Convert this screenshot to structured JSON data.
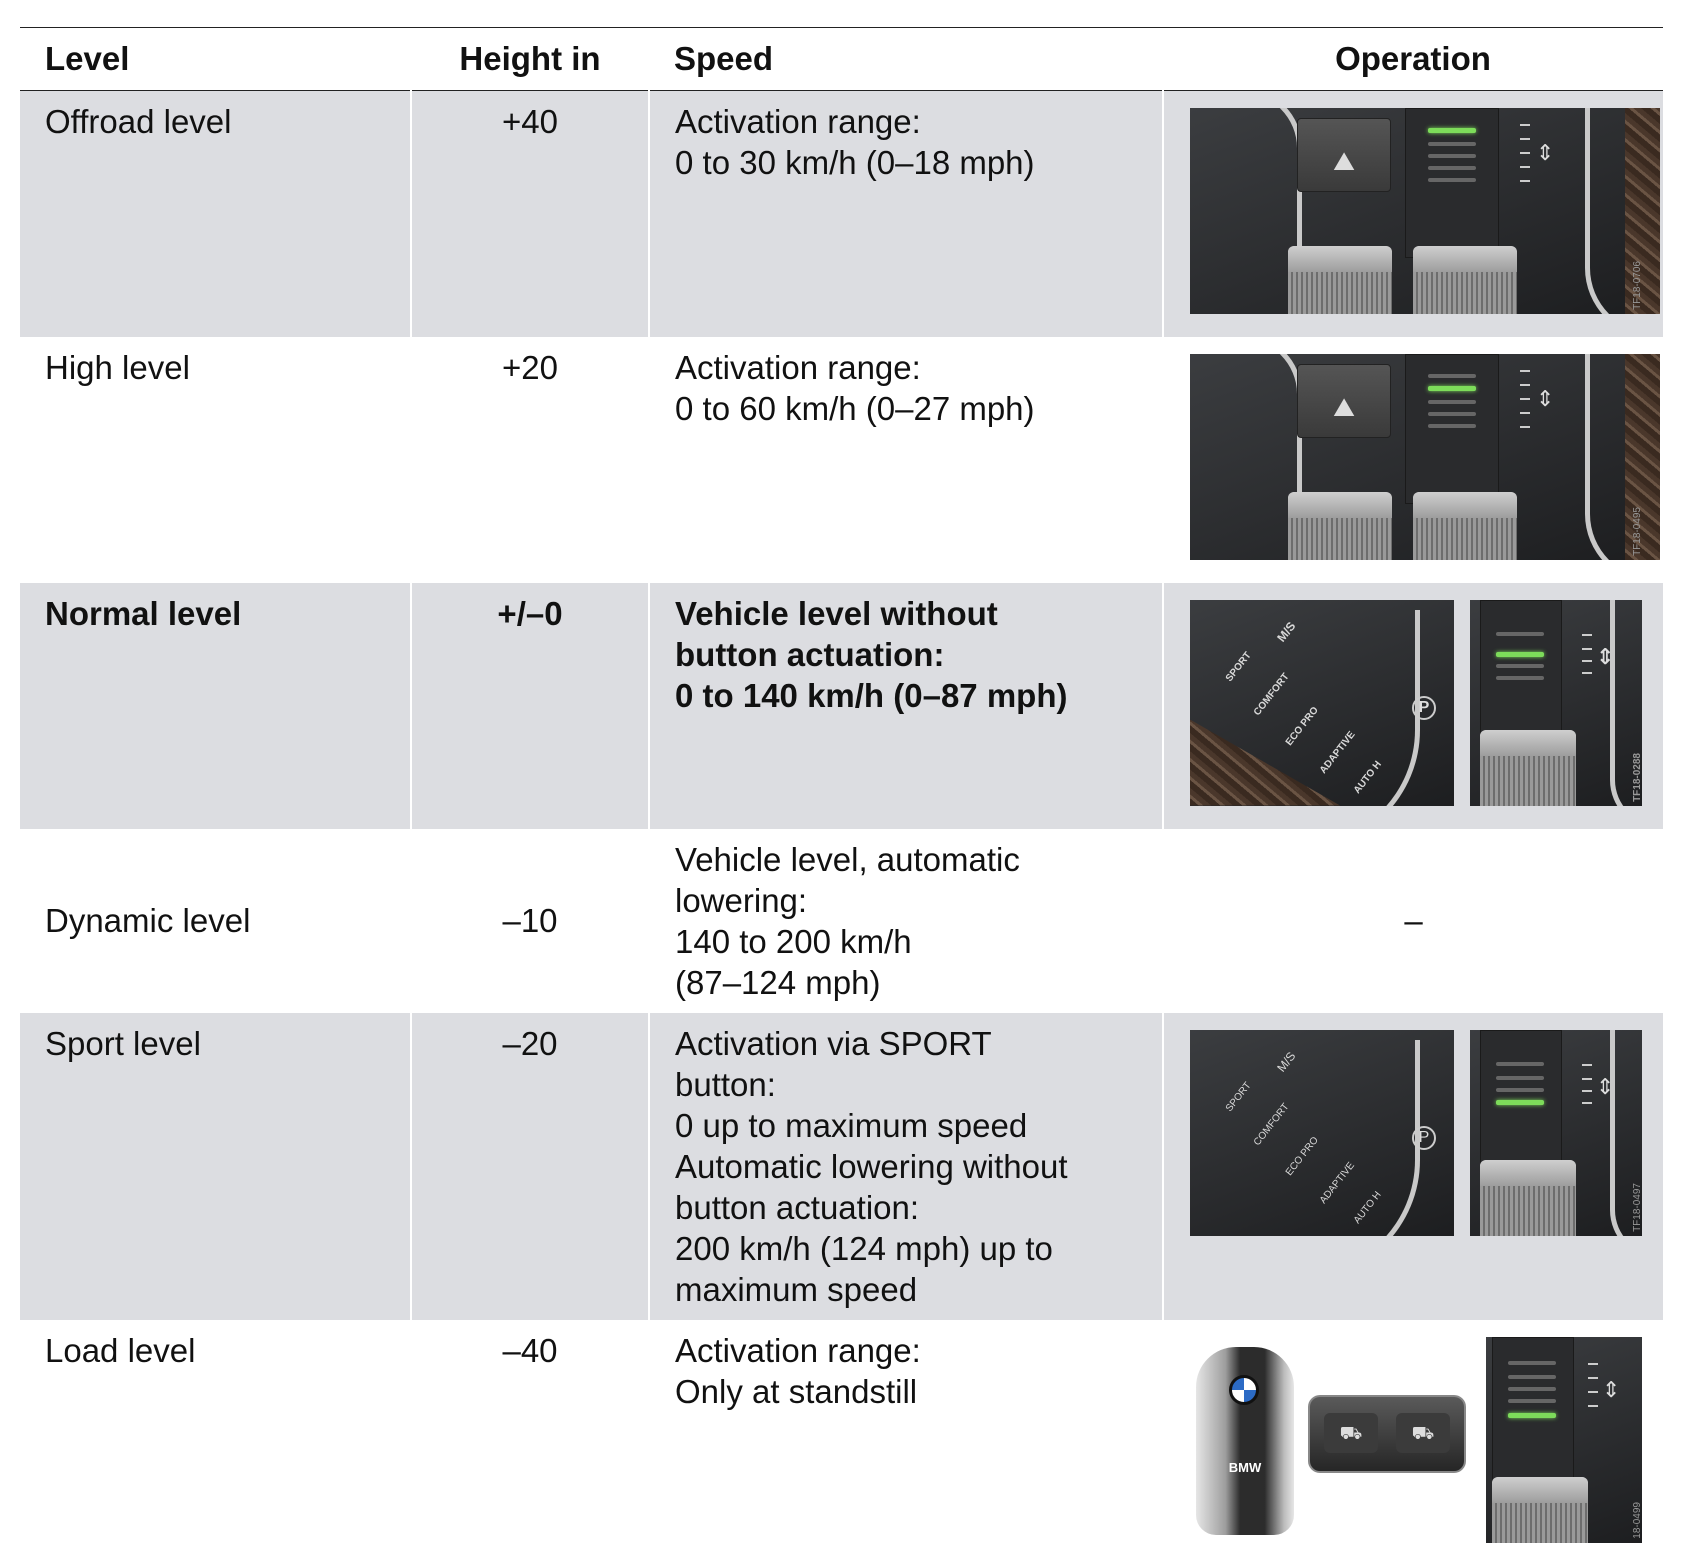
{
  "table": {
    "headers": {
      "level": "Level",
      "height": "Height in",
      "speed": "Speed",
      "operation": "Operation"
    },
    "rows": [
      {
        "level": "Offroad level",
        "height": "+40",
        "speed": [
          "Activation range:",
          "0 to 30 km/h (0–18 mph)"
        ],
        "operation": "",
        "shaded": true,
        "bold": false,
        "image_ref": "TF18-0706"
      },
      {
        "level": "High level",
        "height": "+20",
        "speed": [
          "Activation range:",
          "0 to 60 km/h (0–27 mph)"
        ],
        "operation": "",
        "shaded": false,
        "bold": false,
        "image_ref": "TF18-0495"
      },
      {
        "level": "Normal level",
        "height": "+/–0",
        "speed": [
          "Vehicle level without",
          "button actuation:",
          "0 to 140 km/h (0–87 mph)"
        ],
        "operation": "",
        "shaded": true,
        "bold": true,
        "image_ref": "TF18-0288"
      },
      {
        "level": "Dynamic level",
        "height": "–10",
        "speed": [
          "Vehicle level, automatic",
          "lowering:",
          "140 to 200 km/h",
          "(87–124 mph)"
        ],
        "operation": "–",
        "shaded": false,
        "bold": false
      },
      {
        "level": "Sport level",
        "height": "–20",
        "speed": [
          "Activation via SPORT",
          "button:",
          "0 up to maximum speed",
          "Automatic lowering without",
          "button actuation:",
          "200 km/h (124 mph) up to",
          "maximum speed"
        ],
        "operation": "",
        "shaded": true,
        "bold": false,
        "image_ref": "TF18-0497"
      },
      {
        "level": "Load level",
        "height": "–40",
        "speed": [
          "Activation range:",
          "Only at standstill"
        ],
        "operation": "",
        "shaded": false,
        "bold": false,
        "image_ref": "18-0499"
      }
    ]
  },
  "illustrations": {
    "console_labels": [
      "SPORT",
      "COMFORT",
      "ECO PRO",
      "ADAPTIVE",
      "AUTO H"
    ],
    "gear_label": "M/S",
    "fob_brand": "BMW",
    "park_symbol": "P",
    "accent_led": "#7ddc5a"
  }
}
